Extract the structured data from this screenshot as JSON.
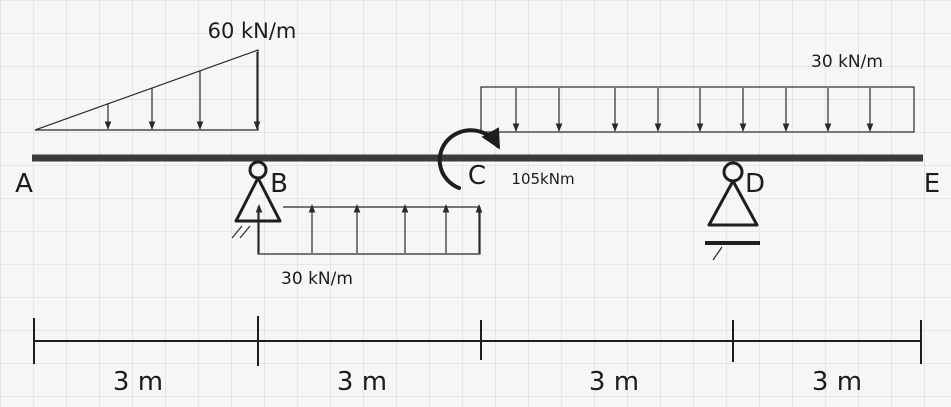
{
  "points": {
    "a": "A",
    "b": "B",
    "c": "C",
    "d": "D",
    "e": "E"
  },
  "loads": {
    "triangular_top": "60 kN/m",
    "uniform_top": "30 kN/m",
    "uniform_bottom": "30 kN/m",
    "moment_c": "105kNm"
  },
  "dimensions": [
    "3 m",
    "3 m",
    "3 m",
    "3 m"
  ],
  "colors": {
    "ink": "#1e1e1e",
    "background": "#f6f6f6",
    "grid": "#e6e6e6"
  }
}
